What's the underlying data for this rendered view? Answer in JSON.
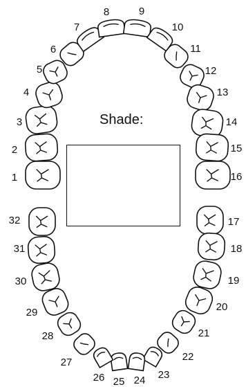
{
  "shade": {
    "label": "Shade:",
    "value": ""
  },
  "teeth": [
    {
      "number": "1",
      "type": "molar"
    },
    {
      "number": "2",
      "type": "molar"
    },
    {
      "number": "3",
      "type": "molar"
    },
    {
      "number": "4",
      "type": "premolar"
    },
    {
      "number": "5",
      "type": "premolar"
    },
    {
      "number": "6",
      "type": "canine"
    },
    {
      "number": "7",
      "type": "incisor"
    },
    {
      "number": "8",
      "type": "incisor"
    },
    {
      "number": "9",
      "type": "incisor"
    },
    {
      "number": "10",
      "type": "incisor"
    },
    {
      "number": "11",
      "type": "canine"
    },
    {
      "number": "12",
      "type": "premolar"
    },
    {
      "number": "13",
      "type": "premolar"
    },
    {
      "number": "14",
      "type": "molar"
    },
    {
      "number": "15",
      "type": "molar"
    },
    {
      "number": "16",
      "type": "molar"
    },
    {
      "number": "17",
      "type": "molar"
    },
    {
      "number": "18",
      "type": "molar"
    },
    {
      "number": "19",
      "type": "molar"
    },
    {
      "number": "20",
      "type": "premolar"
    },
    {
      "number": "21",
      "type": "premolar"
    },
    {
      "number": "22",
      "type": "canine"
    },
    {
      "number": "23",
      "type": "incisor"
    },
    {
      "number": "24",
      "type": "incisor"
    },
    {
      "number": "25",
      "type": "incisor"
    },
    {
      "number": "26",
      "type": "incisor"
    },
    {
      "number": "27",
      "type": "canine"
    },
    {
      "number": "28",
      "type": "premolar"
    },
    {
      "number": "29",
      "type": "premolar"
    },
    {
      "number": "30",
      "type": "molar"
    },
    {
      "number": "31",
      "type": "molar"
    },
    {
      "number": "32",
      "type": "molar"
    }
  ]
}
